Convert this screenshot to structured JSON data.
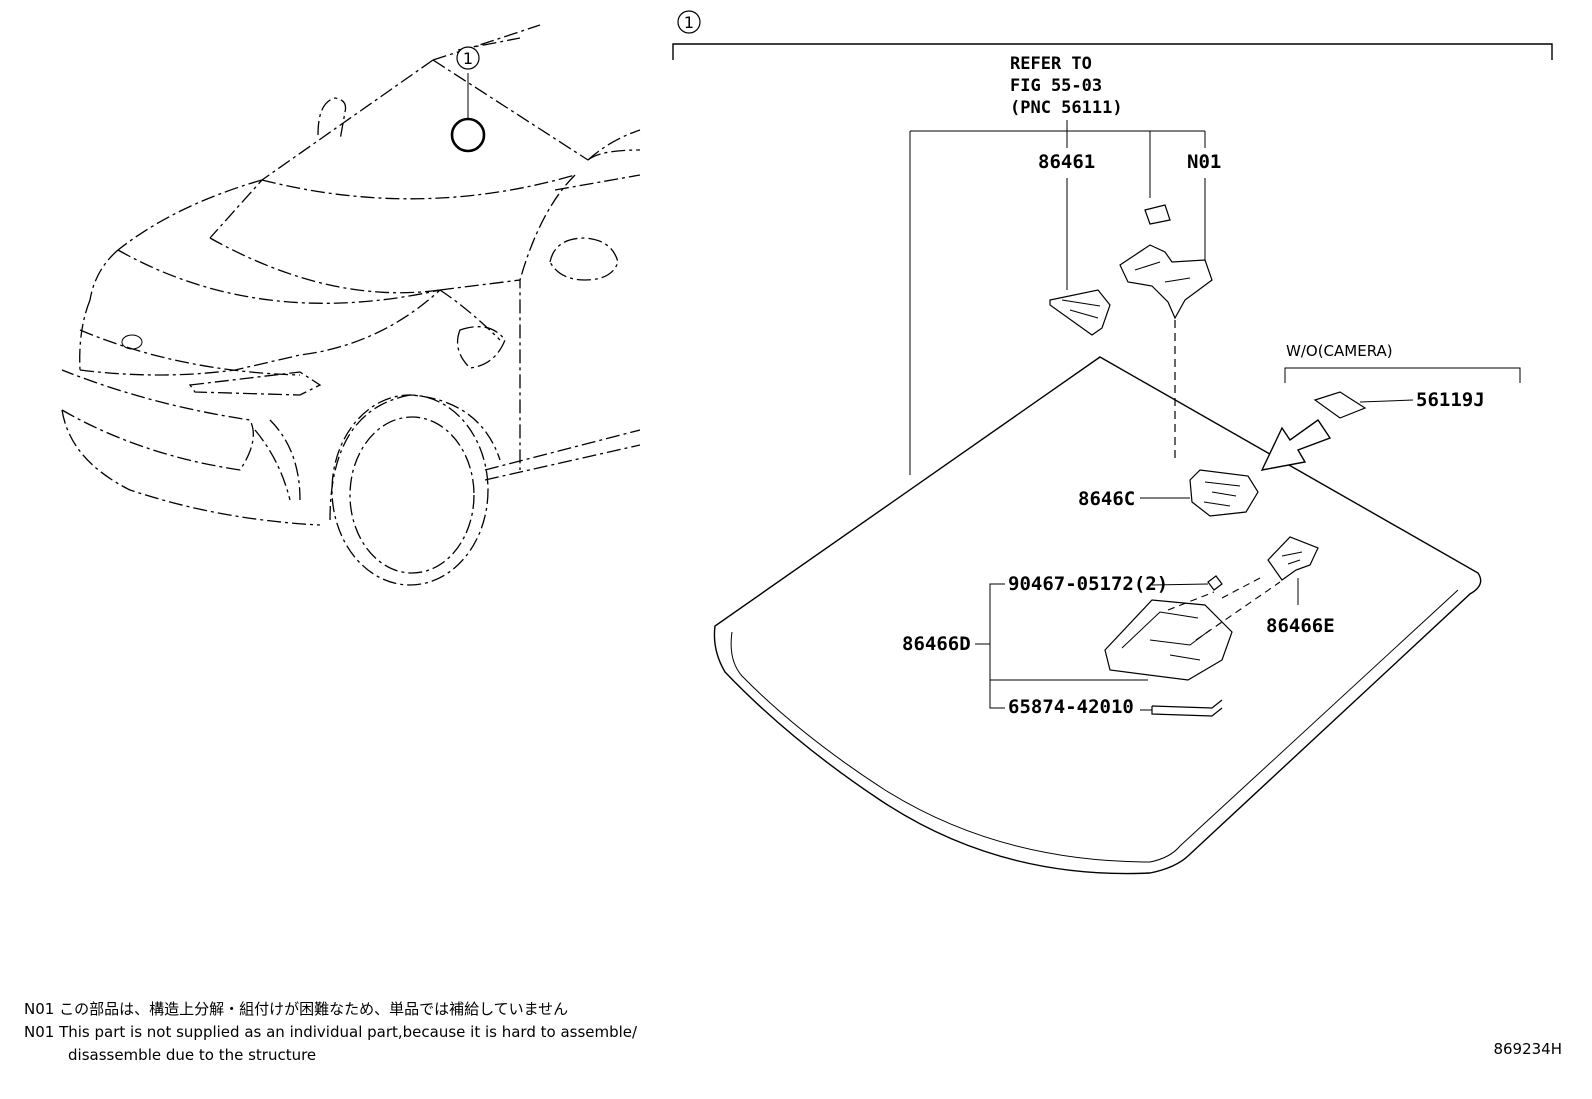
{
  "diagram": {
    "callout_number": "1",
    "refer_to": {
      "line1": "REFER TO",
      "line2": "FIG 55-03",
      "line3": "(PNC 56111)"
    },
    "parts": {
      "p86461": "86461",
      "pN01": "N01",
      "p56119J": "56119J",
      "p8646C": "8646C",
      "p90467": "90467-05172(2)",
      "p86466D": "86466D",
      "p86466E": "86466E",
      "p65874": "65874-42010"
    },
    "condition_label": "W/O(CAMERA)"
  },
  "notes": {
    "note_ja": "N01 この部品は、構造上分解・組付けが困難なため、単品では補給していません",
    "note_en_line1": "N01 This part is not supplied as an individual part,because it is hard to assemble/",
    "note_en_line2": "disassemble due to the structure"
  },
  "figure_id": "869234H"
}
